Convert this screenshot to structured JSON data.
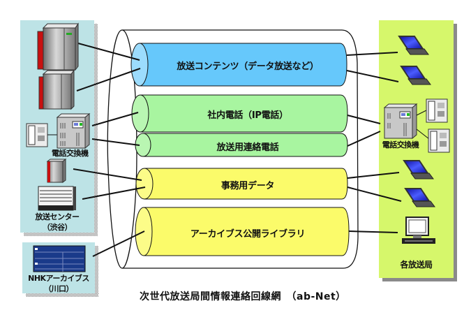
{
  "title": "次世代放送局間情報連絡回線網　（ab-Net）",
  "colors": {
    "left_panel": "#bde3e6",
    "right_panel": "#d6f76b",
    "tube_blue": "#66c8fb",
    "tube_green": "#a8f5a0",
    "tube_yellow": "#fbfb6a"
  },
  "left_site": {
    "pbx_label": "電話交換機",
    "center_label_line1": "放送センター",
    "center_label_line2": "（渋谷）"
  },
  "archive_site": {
    "label_line1": "NHKアーカイブス",
    "label_line2": "（川口）"
  },
  "right_site": {
    "pbx_label": "電話交換機",
    "stations_label": "各放送局"
  },
  "channels": [
    {
      "id": "broadcast-contents",
      "label": "放送コンテンツ（データ放送など）",
      "color": "blue"
    },
    {
      "id": "ip-phone",
      "label": "社内電話（IP電話）",
      "color": "green"
    },
    {
      "id": "broadcast-phone",
      "label": "放送用連絡電話",
      "color": "green"
    },
    {
      "id": "office-data",
      "label": "事務用データ",
      "color": "yellow"
    },
    {
      "id": "archive-library",
      "label": "アーカイブス公開ライブラリ",
      "color": "yellow"
    }
  ],
  "icons": {
    "server": "server-icon",
    "pbx": "pbx-icon",
    "phone": "phone-icon",
    "laptop": "laptop-icon",
    "desktop": "desktop-pc-icon",
    "rack": "rack-icon"
  }
}
